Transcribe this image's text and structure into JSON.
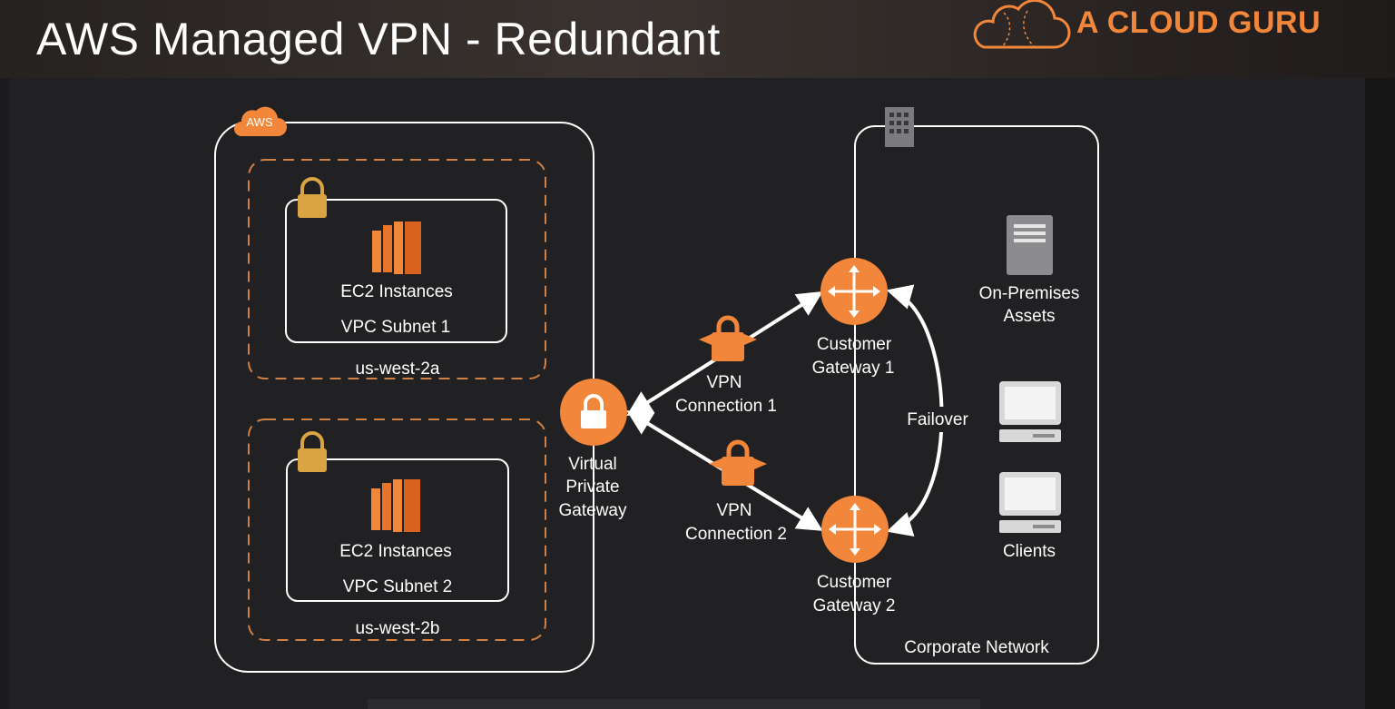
{
  "title": "AWS Managed VPN - Redundant",
  "brand": {
    "name": "A CLOUD GURU"
  },
  "diagram": {
    "aws_badge": "AWS",
    "subnets": [
      {
        "az": "us-west-2a",
        "instances_label": "EC2 Instances",
        "subnet_label": "VPC Subnet 1"
      },
      {
        "az": "us-west-2b",
        "instances_label": "EC2 Instances",
        "subnet_label": "VPC Subnet 2"
      }
    ],
    "virtual_private_gateway": {
      "line1": "Virtual",
      "line2": "Private",
      "line3": "Gateway"
    },
    "vpn_connections": [
      {
        "line1": "VPN",
        "line2": "Connection 1"
      },
      {
        "line1": "VPN",
        "line2": "Connection 2"
      }
    ],
    "customer_gateways": [
      {
        "line1": "Customer",
        "line2": "Gateway 1"
      },
      {
        "line1": "Customer",
        "line2": "Gateway 2"
      }
    ],
    "failover_label": "Failover",
    "on_premises": {
      "line1": "On-Premises",
      "line2": "Assets"
    },
    "clients_label": "Clients",
    "corporate_network_label": "Corporate Network",
    "colors": {
      "orange": "#f2873b",
      "lock_gold": "#d9a441",
      "line": "#ffffff",
      "zone_border": "#d08045"
    }
  }
}
